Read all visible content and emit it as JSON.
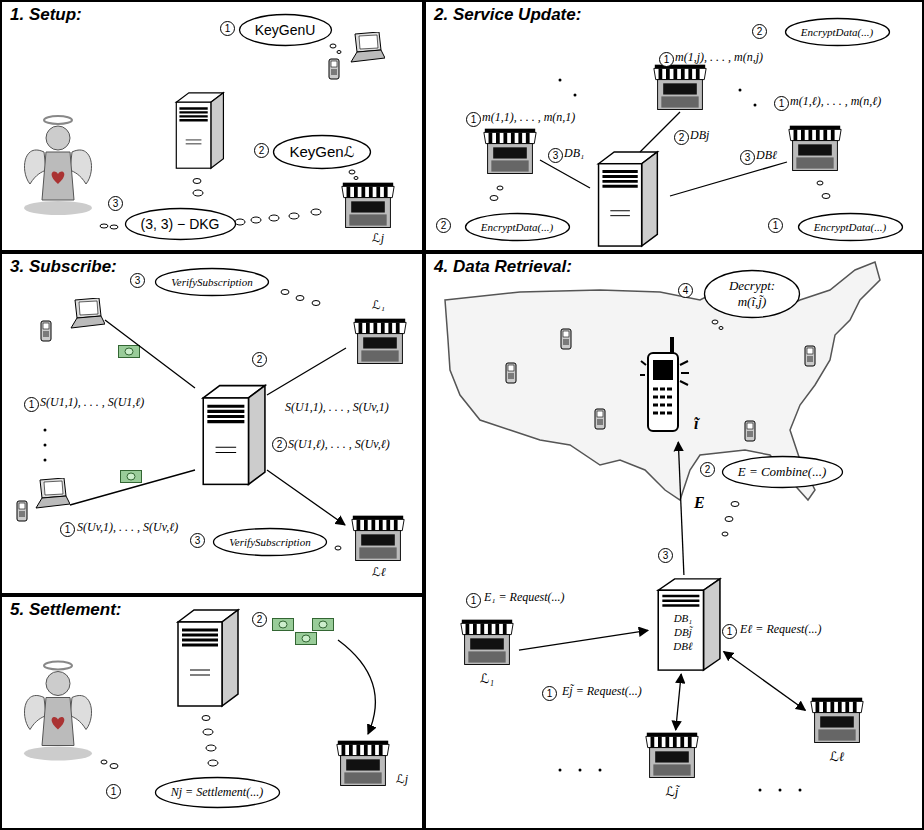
{
  "diagram": {
    "nodes": [
      {
        "text": [
          "1. Setup:"
        ]
      },
      {
        "text": [
          "KeyGenU"
        ],
        "in": 0
      },
      {
        "text": [
          "KeyGenℒ"
        ],
        "in": 0
      },
      {
        "text": [
          "(3, 3) − DKG"
        ],
        "in": 0
      },
      {
        "text": [
          "2. Service Update:"
        ]
      },
      {
        "text": [
          "EncryptData(...)"
        ],
        "in": 4
      },
      {
        "text": [
          "EncryptData(...)"
        ],
        "in": 4
      },
      {
        "text": [
          "EncryptData(...)"
        ],
        "in": 4
      },
      {
        "text": [
          "3. Subscribe:"
        ]
      },
      {
        "text": [
          "VerifySubscription"
        ],
        "in": 8
      },
      {
        "text": [
          "VerifySubscription"
        ],
        "in": 8
      },
      {
        "text": [
          "4. Data Retrieval:"
        ]
      },
      {
        "text": [
          "Decrypt: m(ĩ,j̃)"
        ],
        "in": 11
      },
      {
        "text": [
          "E = Combine(...)"
        ],
        "in": 11
      },
      {
        "text": [
          "DB₁",
          "DBj̃",
          "DBℓ"
        ],
        "in": 11
      },
      {
        "text": [
          "ℒ₁"
        ],
        "in": 11
      },
      {
        "text": [
          "ℒj̃"
        ],
        "in": 11
      },
      {
        "text": [
          "ℒℓ"
        ],
        "in": 11
      },
      {
        "text": [
          "ĩ"
        ],
        "in": 11
      },
      {
        "text": [
          "5. Settlement:"
        ]
      },
      {
        "text": [
          "Nj = Settlement(...)"
        ],
        "in": 19
      }
    ],
    "edges": [
      {
        "from": 15,
        "to": 14,
        "arrow": "to",
        "label": "E₁ = Request(...)"
      },
      {
        "from": 14,
        "to": 16,
        "arrow": "both",
        "label": "Ej̃ = Request(...)"
      },
      {
        "from": 14,
        "to": 17,
        "arrow": "both",
        "label": "Eℓ = Request(...)"
      },
      {
        "from": 14,
        "to": 18,
        "arrow": "to",
        "label": "E"
      }
    ],
    "labels": [
      "1",
      "2",
      "3",
      "ℒj",
      "1",
      "m(1,j), . . . , m(n,j)",
      "2",
      "2",
      "DBj",
      "1",
      "m(1,1), . . . , m(n,1)",
      "3",
      "DB₁",
      "2",
      "1",
      "m(1,ℓ), . . . , m(n,ℓ)",
      "3",
      "DBℓ",
      "1",
      "3",
      "1",
      "S(U1,1), . . . , S(U1,ℓ)",
      "2",
      "S(U1,1), . . . , S(Uv,1)",
      "ℒ₁",
      "1",
      "S(Uv,1), . . . , S(Uv,ℓ)",
      "2",
      "S(U1,ℓ), . . . , S(Uv,ℓ)",
      "3",
      "ℒℓ",
      "4",
      "2",
      "3",
      "1",
      "1",
      "1",
      "1",
      "2",
      "ℒj"
    ]
  }
}
